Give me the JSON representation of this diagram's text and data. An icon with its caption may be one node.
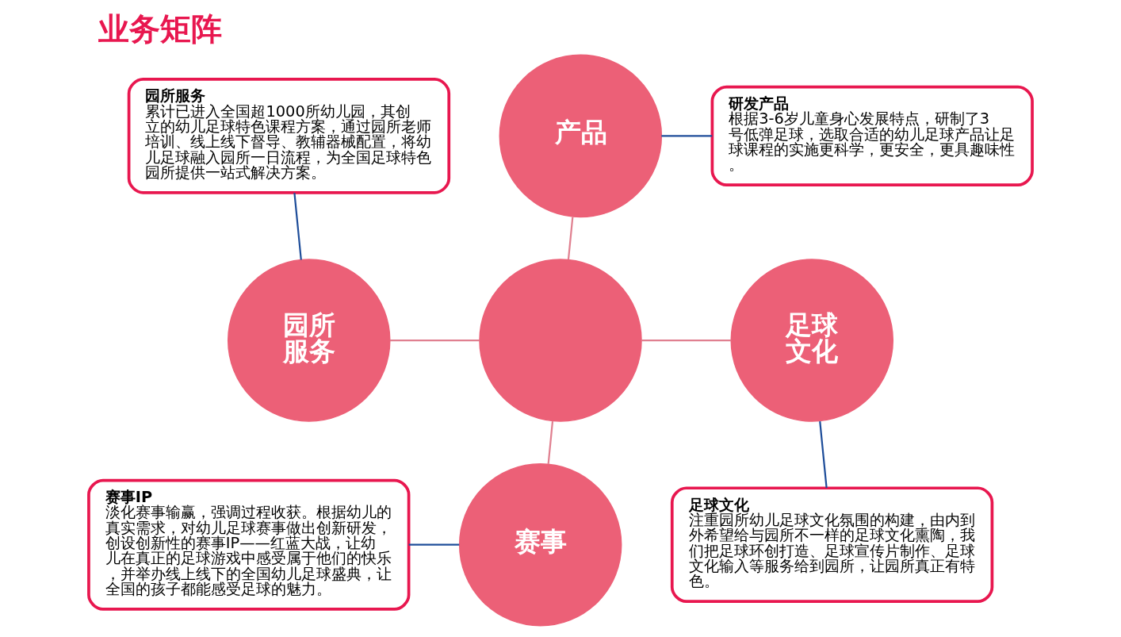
{
  "diagram": {
    "title": "业务矩阵",
    "nodes": [
      {
        "text": [
          "园所服务",
          "累计已进入全国超1000所幼儿园，其创立的幼儿足球特色课程方案，通过园所老师培训、线上线下督导、教辅器械配置，将幼儿足球融入园所一日流程，为全国足球特色园所提供一站式解决方案。"
        ]
      },
      {
        "text": [
          "产品"
        ]
      },
      {
        "text": [
          "研发产品",
          "根据3-6岁儿童身心发展特点，研制了3号低弹足球，选取合适的幼儿足球产品让足球课程的实施更科学，更安全，更具趣味性。"
        ]
      },
      {
        "text": [
          "园所服务"
        ]
      },
      {
        "text": [],
        "shape": "circle"
      },
      {
        "text": [
          "足球文化"
        ]
      },
      {
        "text": [
          "足球文化",
          "注重园所幼儿足球文化氛围的构建，由内到外希望给与园所不一样的足球文化熏陶，我们把足球环创打造、足球宣传片制作、足球文化输入等服务给到园所，让园所真正有特色。"
        ]
      },
      {
        "text": [
          "赛事IP",
          "淡化赛事输赢，强调过程收获。根据幼儿的真实需求，对幼儿足球赛事做出创新研发，创设创新性的赛事IP——红蓝大战，让幼儿在真正的足球游戏中感受属于他们的快乐，并举办线上线下的全国幼儿足球盛典，让全国的孩子都能感受足球的魅力。"
        ]
      },
      {
        "text": [
          "赛事"
        ]
      }
    ],
    "edges": [
      {
        "from": 1,
        "to": 4,
        "arrow": "none"
      },
      {
        "from": 3,
        "to": 4,
        "arrow": "none"
      },
      {
        "from": 4,
        "to": 5,
        "arrow": "none"
      },
      {
        "from": 4,
        "to": 8,
        "arrow": "none"
      },
      {
        "from": 1,
        "to": 2,
        "arrow": "none",
        "color": "#1f4e9a"
      },
      {
        "from": 0,
        "to": 3,
        "arrow": "none",
        "color": "#1f4e9a"
      },
      {
        "from": 5,
        "to": 6,
        "arrow": "none",
        "color": "#1f4e9a"
      },
      {
        "from": 7,
        "to": 8,
        "arrow": "none",
        "color": "#1f4e9a"
      }
    ]
  }
}
